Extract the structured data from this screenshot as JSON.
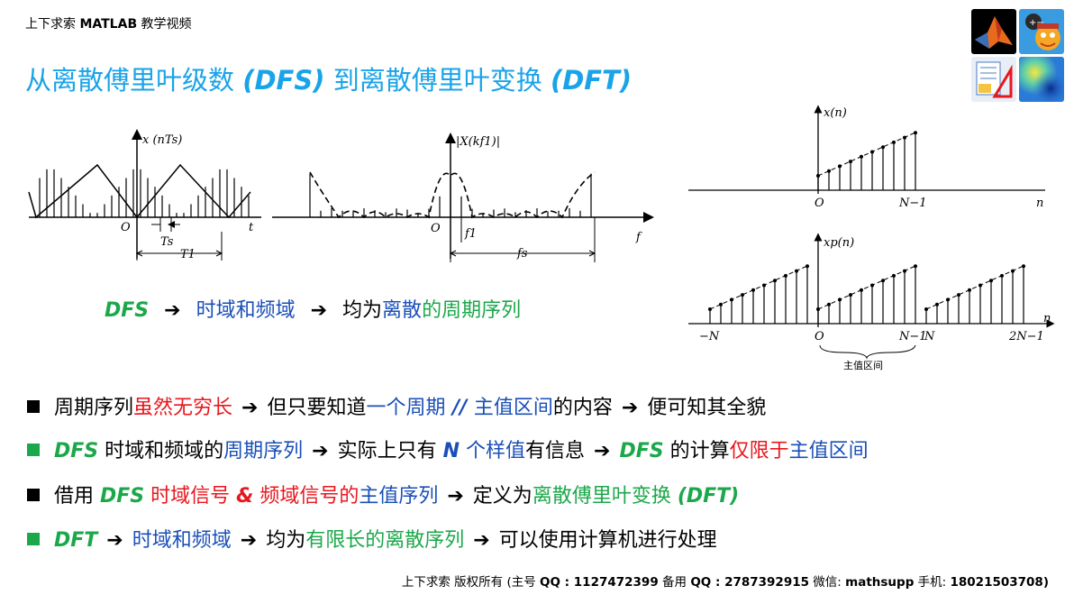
{
  "header": {
    "prefix": "上下求索 ",
    "bold": "MATLAB",
    "suffix": " 教学视频"
  },
  "title": {
    "p1": "从离散傅里叶级数 ",
    "dfs": "(DFS)",
    "p2": " 到离散傅里叶变换 ",
    "dft": "(DFT)"
  },
  "logos": [
    "matlab-logo",
    "character-logo",
    "document-logo",
    "heatmap-logo"
  ],
  "figures": {
    "left": {
      "yaxis": "x (nTs)",
      "origin": "O",
      "xaxis": "t",
      "ts": "Ts",
      "t1": "T1"
    },
    "middle": {
      "yaxis": "|X(kf1)|",
      "origin": "O",
      "xaxis": "f",
      "f1": "f1",
      "fs": "fs"
    },
    "right_top": {
      "yaxis": "x(n)",
      "origin": "O",
      "nm1": "N−1",
      "xaxis": "n"
    },
    "right_bottom": {
      "yaxis": "xp(n)",
      "mn": "−N",
      "origin": "O",
      "nm1": "N−1",
      "n": "N",
      "twon": "2N−1",
      "xaxis": "n",
      "interval": "主值区间"
    }
  },
  "dfs_line": {
    "dfs": "DFS",
    "arrow1": "➔",
    "domain": "时域和频域",
    "arrow2": "➔",
    "both": "均为",
    "discrete": "离散",
    "of": "的",
    "periodic": "周期序列"
  },
  "bullets": [
    {
      "t1": "周期序列",
      "t2": "虽然无穷长",
      "a1": "➔",
      "t3": "但只要知道",
      "t4": "一个周期",
      "t5": " // ",
      "t6": "主值区间",
      "t7": "的内容",
      "a2": "➔",
      "t8": "便可知其全貌"
    },
    {
      "t1": "DFS",
      "t2": " 时域和频域的",
      "t3": "周期序列",
      "a1": "➔",
      "t4": "实际上只有 ",
      "t5": "N",
      "t6": " 个样值",
      "t7": "有信息",
      "a2": "➔",
      "t8": "DFS",
      "t9": " 的计算",
      "t10": "仅限于",
      "t11": "主值区间"
    },
    {
      "t1": "借用 ",
      "t2": "DFS",
      "t3": " 时域信号 ",
      "t4": "&",
      "t5": " 频域信号",
      "t6": "的",
      "t7": "主值序列",
      "a1": "➔",
      "t8": "定义为",
      "t9": "离散傅里叶变换 ",
      "t10": "(DFT)"
    },
    {
      "t1": "DFT",
      "a1": "➔",
      "t2": "时域和频域",
      "a2": "➔",
      "t3": "均为",
      "t4": "有限长的离散序列",
      "a3": "➔",
      "t5": "可以使用计算机进行处理"
    }
  ],
  "footer": {
    "f1": "上下求索  版权所有 (主号 ",
    "f2": "QQ : 1127472399",
    "f3": "   备用 ",
    "f4": "QQ : 2787392915",
    "f5": "   微信: ",
    "f6": "mathsupp",
    "f7": "   手机: ",
    "f8": "18021503708)"
  },
  "colors": {
    "title": "#1aa3e8",
    "green": "#1ba84a",
    "blue": "#1a4fb8",
    "red": "#e8171d"
  }
}
